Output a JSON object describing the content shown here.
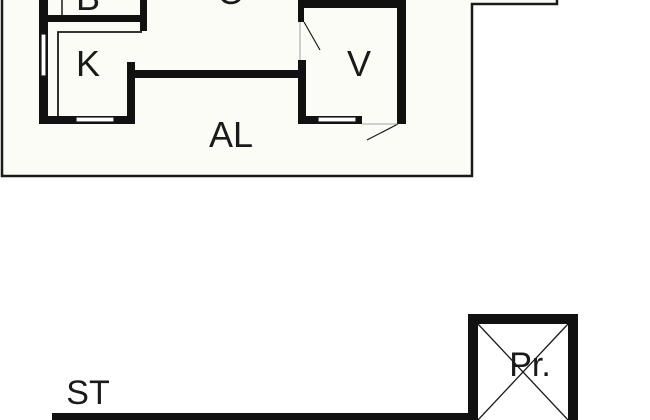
{
  "plan": {
    "rooms": {
      "b": "B",
      "o": "O",
      "k": "K",
      "v": "V",
      "al": "AL",
      "st": "ST",
      "pr": "Pr."
    },
    "colors": {
      "wall": "#111111",
      "fill": "#fcfcf6",
      "line": "#1a1a1a"
    }
  }
}
